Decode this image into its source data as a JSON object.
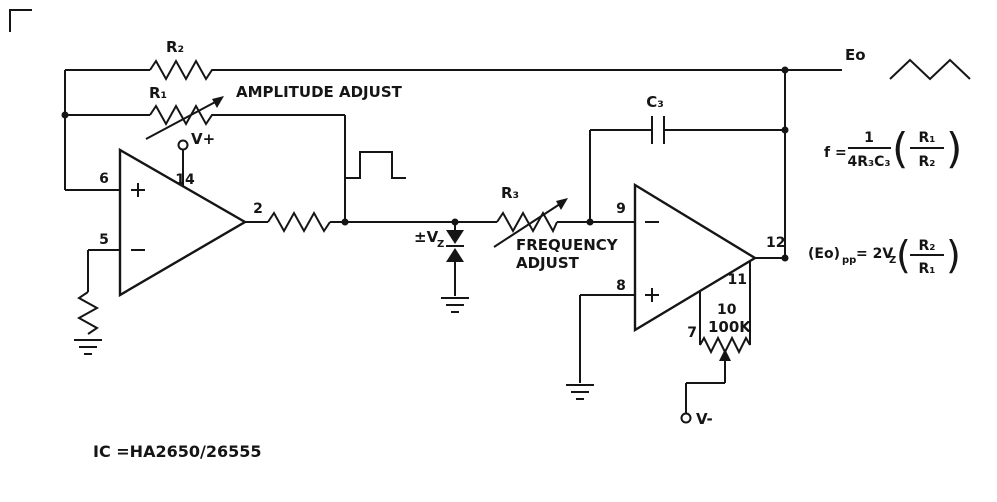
{
  "diagram": {
    "caption": "IC =HA2650/26555",
    "output_label": "Eo",
    "components": {
      "r2": "R₂",
      "r1": "R₁",
      "r3": "R₃",
      "c3": "C₃",
      "pot_value": "100K"
    },
    "annotations": {
      "amplitude_adjust": "AMPLITUDE ADJUST",
      "frequency_line1": "FREQUENCY",
      "frequency_line2": "ADJUST",
      "vz_main": "±V",
      "vz_sub": "Z"
    },
    "supplies": {
      "v_plus": "V+",
      "v_minus": "V-"
    },
    "pins": {
      "p6": "6",
      "p5": "5",
      "p14": "14",
      "p2": "2",
      "p9": "9",
      "p8": "8",
      "p12": "12",
      "p11": "11",
      "p7": "7",
      "p10": "10"
    },
    "formula_f": {
      "lhs": "f =",
      "num": "1",
      "den": "4R₃C₃",
      "lparen": "(",
      "inner_num": "R₁",
      "inner_den": "R₂",
      "rparen": ")"
    },
    "formula_e": {
      "lhs": "(Eo)",
      "sub": "pp",
      "mid": "= 2V",
      "zsub": "Z",
      "lparen": "(",
      "num": "R₂",
      "den": "R₁",
      "rparen": ")"
    }
  }
}
